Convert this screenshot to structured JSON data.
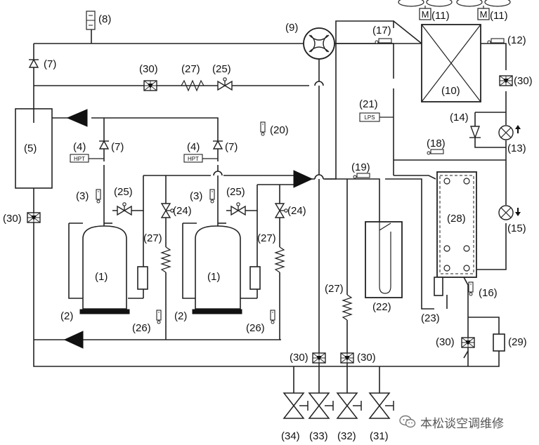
{
  "labels": {
    "l1": "(1)",
    "l2": "(2)",
    "l3": "(3)",
    "l4": "(4)",
    "l5": "(5)",
    "l7": "(7)",
    "l8": "(8)",
    "l9": "(9)",
    "l10": "(10)",
    "l11": "(11)",
    "l12": "(12)",
    "l13": "(13)",
    "l14": "(14)",
    "l15": "(15)",
    "l16": "(16)",
    "l17": "(17)",
    "l18": "(18)",
    "l19": "(19)",
    "l20": "(20)",
    "l21": "(21)",
    "l22": "(22)",
    "l23": "(23)",
    "l24": "(24)",
    "l25": "(25)",
    "l26": "(26)",
    "l27": "(27)",
    "l28": "(28)",
    "l29": "(29)",
    "l30": "(30)",
    "l31": "(31)",
    "l32": "(32)",
    "l33": "(33)",
    "l34": "(34)"
  },
  "tags": {
    "hpt": "HPT",
    "lps": "LPS",
    "motor": "M"
  },
  "watermark": {
    "text": "本松谈空调维修",
    "icon": "wechat-icon"
  },
  "colors": {
    "line": "#222222",
    "background": "#ffffff"
  }
}
